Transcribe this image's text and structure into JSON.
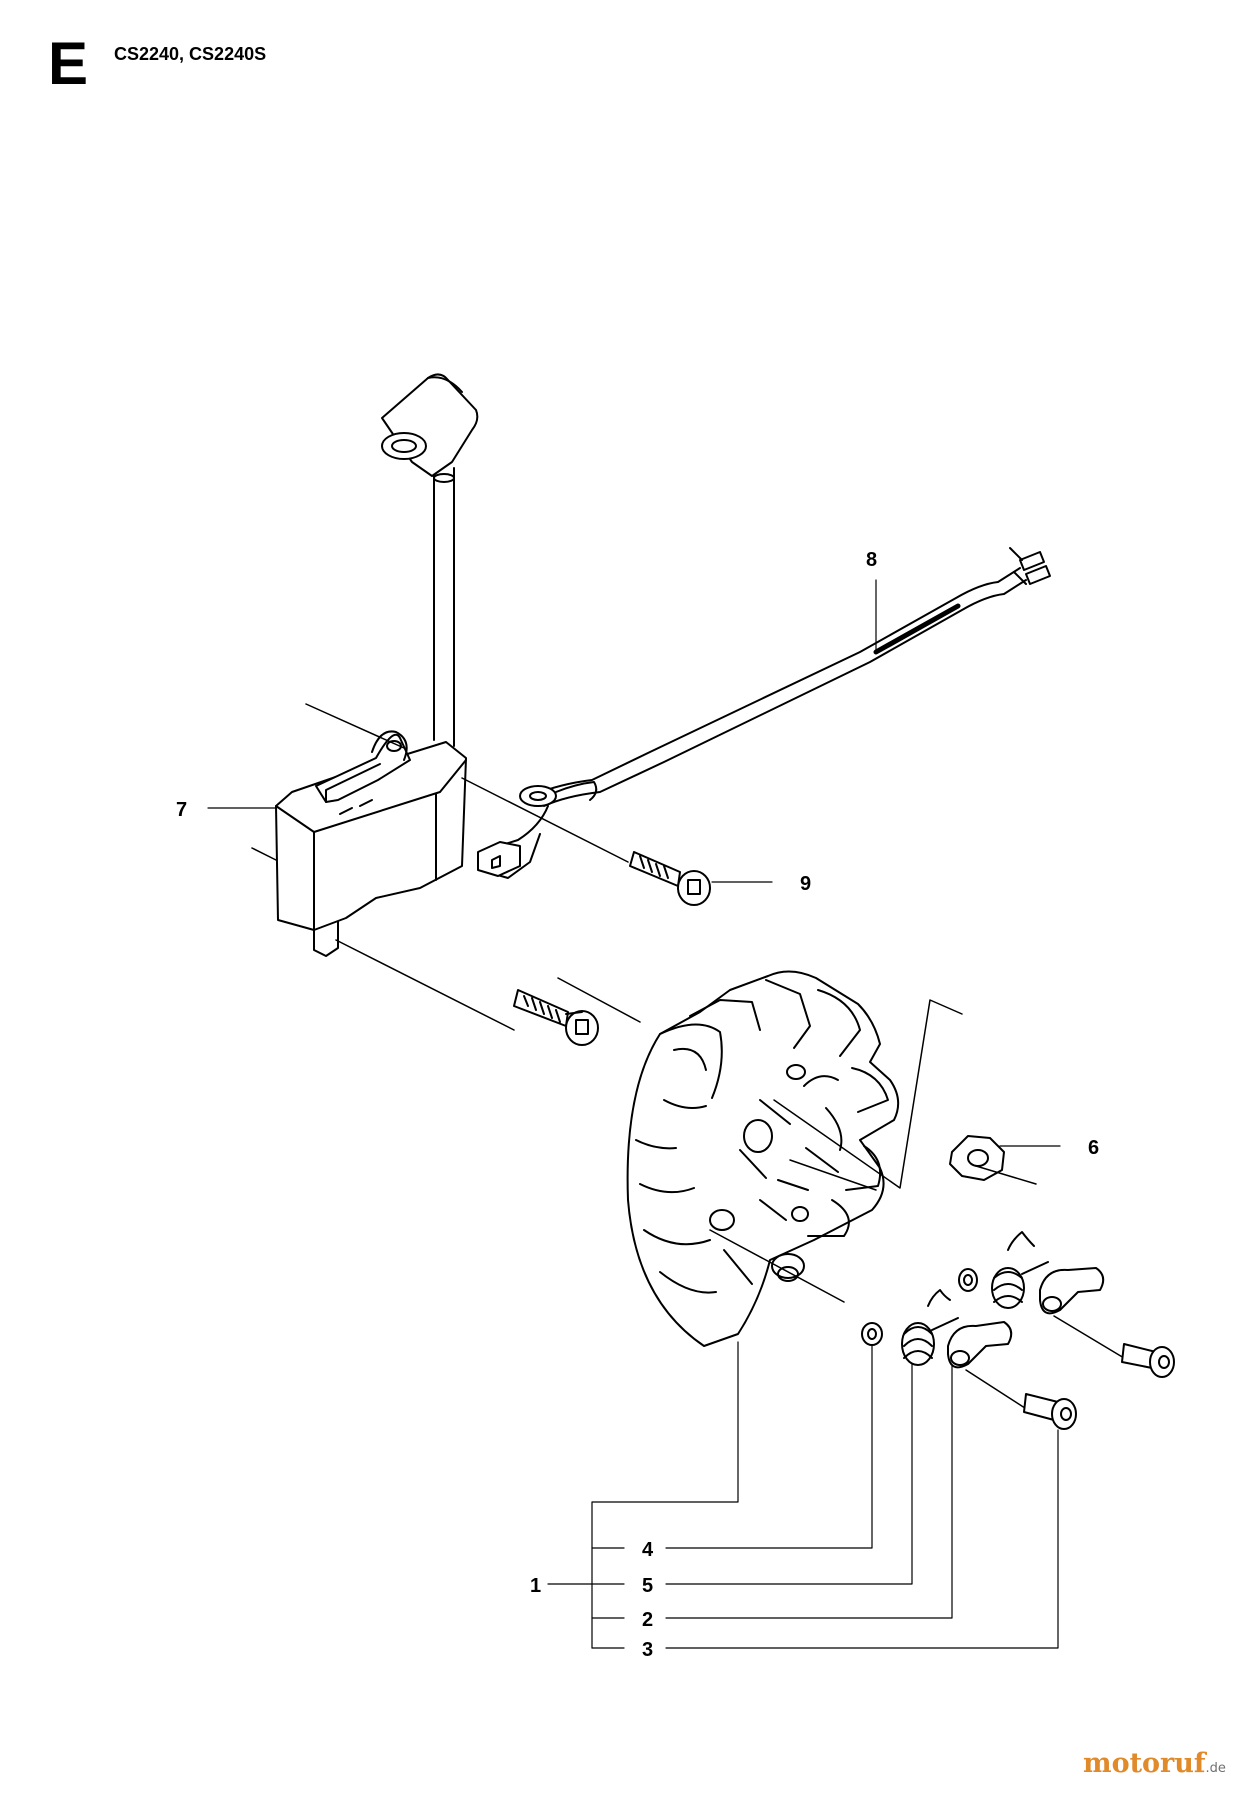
{
  "header": {
    "section_letter": "E",
    "models": "CS2240, CS2240S"
  },
  "callouts": {
    "c1": "1",
    "c2": "2",
    "c3": "3",
    "c4": "4",
    "c5": "5",
    "c6": "6",
    "c7": "7",
    "c8": "8",
    "c9": "9"
  },
  "watermark": {
    "text": "motoruf",
    "tld": ".de"
  }
}
